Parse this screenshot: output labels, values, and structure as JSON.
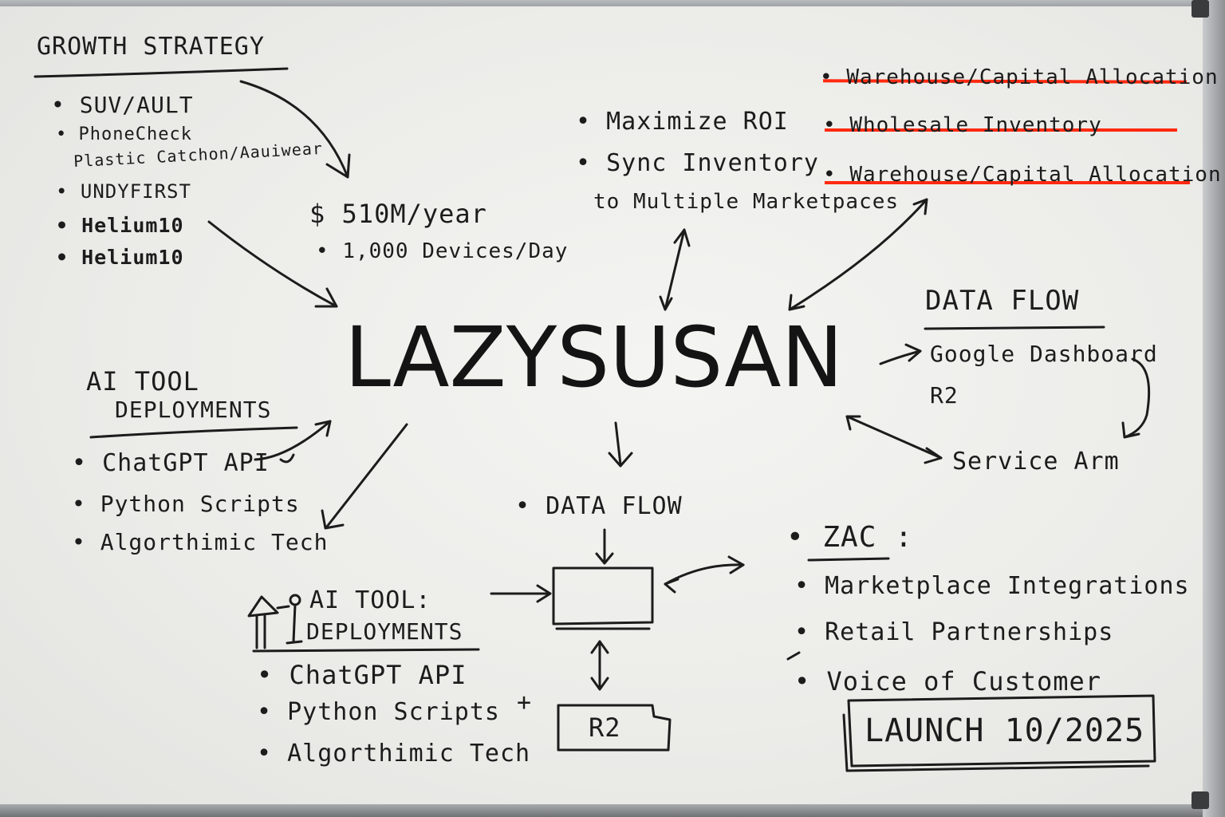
{
  "title": "LAZYSUSAN",
  "growth": {
    "heading": "GROWTH STRATEGY",
    "items": [
      "SUV/AULT",
      "PhoneCheck",
      "Plastic Catchon/Aauiwear",
      "UNDYFIRST",
      "Helium10",
      "Helium10"
    ]
  },
  "revenue": {
    "amount": "$ 510M/year",
    "devices": "1,000 Devices/Day"
  },
  "roi": {
    "item1": "Maximize ROI",
    "item2": "Sync Inventory",
    "item2b": "to Multiple Marketpaces"
  },
  "struck": [
    "Warehouse/Capital Allocation",
    "Wholesale Inventory",
    "Warehouse/Capital Allocation"
  ],
  "strike_color": "#ff2a10",
  "dataflow_right": {
    "heading": "DATA FLOW",
    "items": [
      "Google Dashboard",
      "R2"
    ],
    "service": "Service Arm"
  },
  "ai_left": {
    "heading1": "AI TOOL",
    "heading2": "DEPLOYMENTS",
    "items": [
      "ChatGPT API",
      "Python Scripts",
      "Algorthimic Tech"
    ]
  },
  "center_flow": {
    "label": "DATA FLOW",
    "plus": "+",
    "box": "R2"
  },
  "ai_bottom": {
    "heading1": "AI TOOL:",
    "heading2": "DEPLOYMENTS",
    "items": [
      "ChatGPT API",
      "Python Scripts",
      "Algorthimic Tech"
    ]
  },
  "zac": {
    "heading": "ZAC",
    "colon": ":",
    "items": [
      "Marketplace Integrations",
      "Retail Partnerships",
      "Voice of Customer"
    ]
  },
  "launch": "LAUNCH 10/2025",
  "bullet": "•"
}
